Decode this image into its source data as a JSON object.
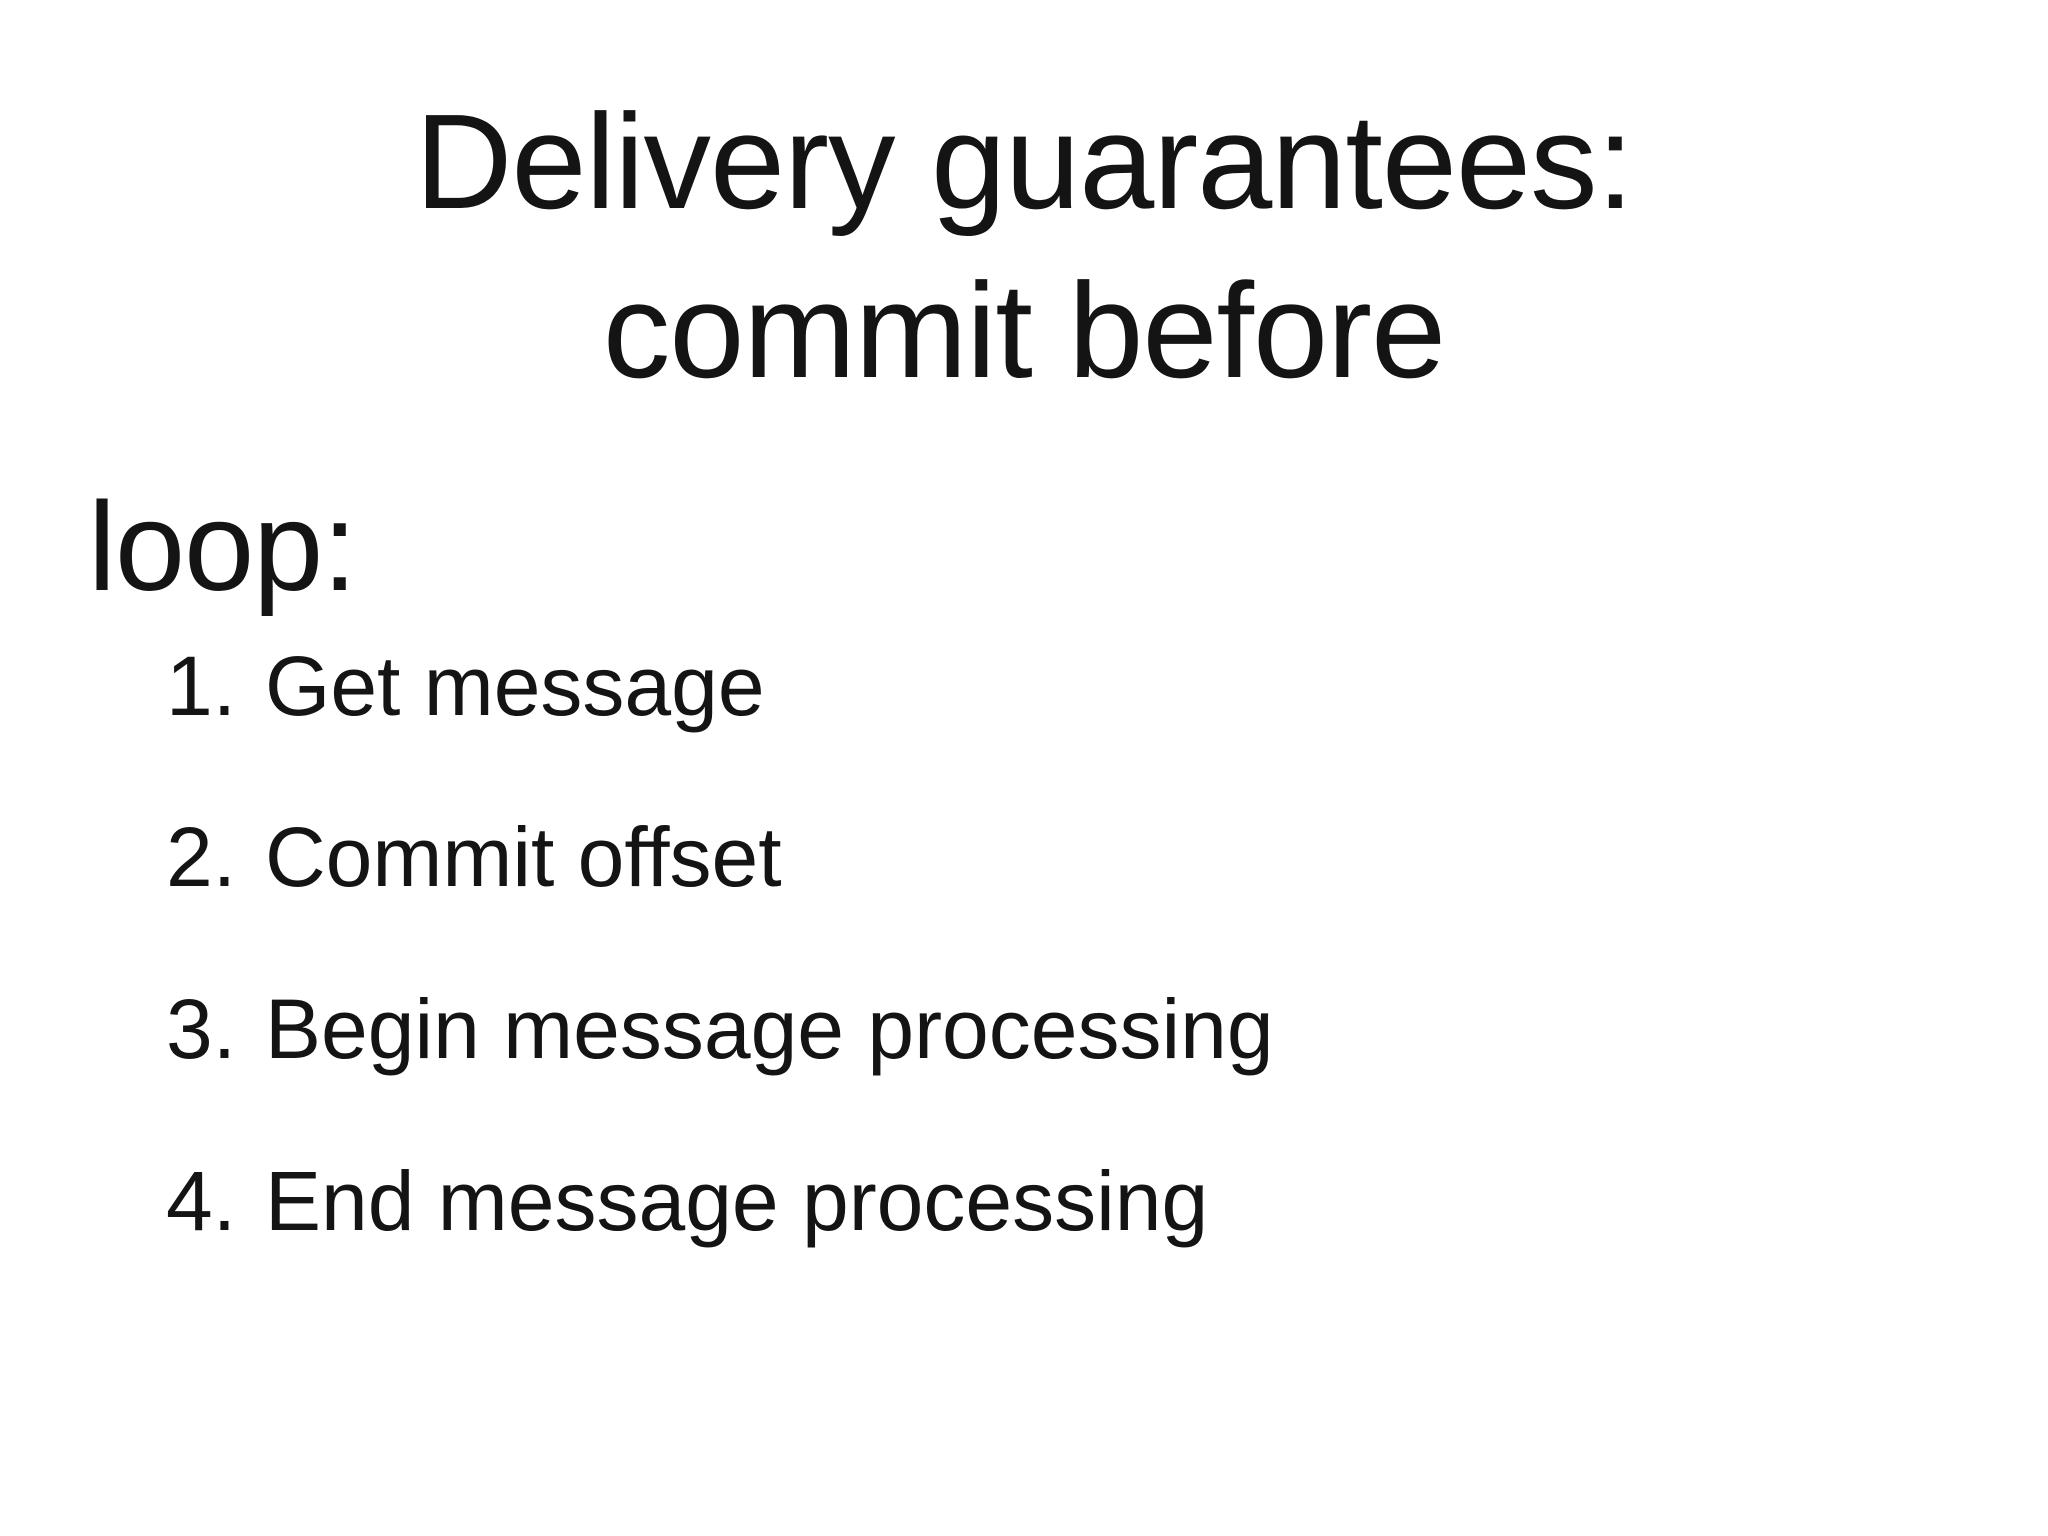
{
  "slide": {
    "title_line1": "Delivery guarantees:",
    "title_line2": "commit before",
    "loop_label": "loop:",
    "steps": [
      {
        "number": "1.",
        "label": "Get message"
      },
      {
        "number": "2.",
        "label": "Commit offset"
      },
      {
        "number": "3.",
        "label": "Begin message processing"
      },
      {
        "number": "4.",
        "label": "End message processing"
      }
    ],
    "colors": {
      "background": "#ffffff",
      "text": "#141414"
    }
  }
}
